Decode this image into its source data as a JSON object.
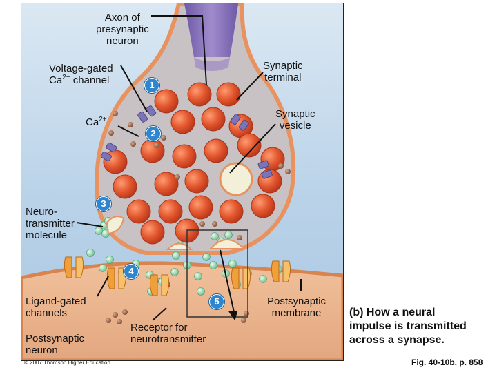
{
  "labels": {
    "axon": "Axon of\npresynaptic\nneuron",
    "ca_channel_main": "Voltage-gated\nCa",
    "ca_channel_sup": "2+",
    "ca_channel_tail": " channel",
    "synaptic_terminal": "Synaptic\nterminal",
    "ca_ion_main": "Ca",
    "ca_ion_sup": "2+",
    "synaptic_vesicle": "Synaptic\nvesicle",
    "neurotransmitter": "Neuro-\ntransmitter\nmolecule",
    "ligand_gated": "Ligand-gated\nchannels",
    "postsynaptic_neuron": "Postsynaptic\nneuron",
    "receptor": "Receptor for\nneurotransmitter",
    "postsynaptic_membrane": "Postsynaptic\nmembrane"
  },
  "steps": [
    "1",
    "2",
    "3",
    "4",
    "5"
  ],
  "caption": "(b) How a neural\nimpulse is transmitted\nacross a synapse.",
  "figure_ref": "Fig. 40-10b, p. 858",
  "copyright": "© 2007 Thomson Higher Education",
  "colors": {
    "axon": "#8a74b8",
    "membrane": "#e8935f",
    "cytoplasm": "#c9c2c4",
    "vesicle": "#e2572e",
    "neurotransmitter": "#8fd1a5",
    "postsynaptic": "#e6ab82",
    "channel": "#7b74b6",
    "receptor": "#f0a03a",
    "step_badge": "#2d86cf"
  }
}
